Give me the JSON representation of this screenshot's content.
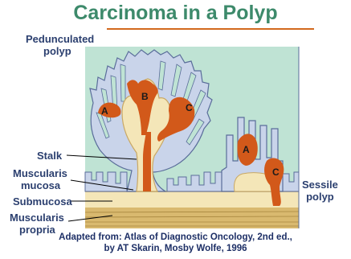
{
  "title": "Carcinoma in a Polyp",
  "labels": {
    "pedunculated_line1": "Pedunculated",
    "pedunculated_line2": "polyp",
    "sessile_line1": "Sessile",
    "sessile_line2": "polyp",
    "stalk": "Stalk",
    "muscularis_mucosa_line1": "Muscularis",
    "muscularis_mucosa_line2": "mucosa",
    "submucosa": "Submucosa",
    "muscularis_propria_line1": "Muscularis",
    "muscularis_propria_line2": "propria"
  },
  "tumor_letters": {
    "ped_a": "A",
    "ped_b": "B",
    "ped_c": "C",
    "ses_a": "A",
    "ses_c": "C"
  },
  "caption": {
    "line1": "Adapted from:  Atlas of Diagnostic Oncology, 2nd ed.,",
    "line2": "by AT Skarin,  Mosby Wolfe, 1996"
  },
  "colors": {
    "title": "#3d8a6b",
    "label": "#2b3f6f",
    "lumen": "#bfe3d4",
    "mucosa": "#c9d4ea",
    "submucosa": "#f4e6b8",
    "muscularis": "#d9b96f",
    "tumor": "#d2591a"
  }
}
